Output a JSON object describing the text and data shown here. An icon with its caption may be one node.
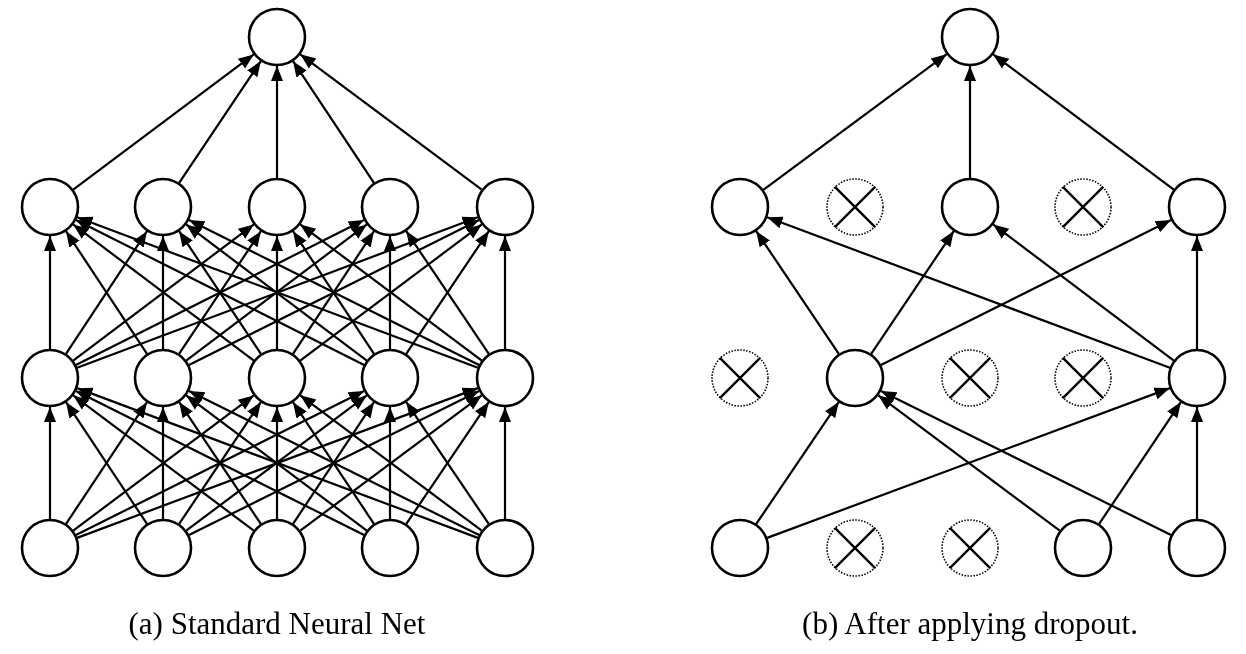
{
  "diagram": {
    "nodes": [
      {
        "text": [],
        "shape": "circle"
      },
      {
        "text": [],
        "shape": "circle"
      },
      {
        "text": [],
        "shape": "circle"
      },
      {
        "text": [],
        "shape": "circle"
      },
      {
        "text": [],
        "shape": "circle"
      },
      {
        "text": [],
        "shape": "circle"
      },
      {
        "text": [],
        "shape": "circle"
      },
      {
        "text": [],
        "shape": "circle"
      },
      {
        "text": [],
        "shape": "circle"
      },
      {
        "text": [],
        "shape": "circle"
      },
      {
        "text": [],
        "shape": "circle"
      },
      {
        "text": [],
        "shape": "circle"
      },
      {
        "text": [],
        "shape": "circle"
      },
      {
        "text": [],
        "shape": "circle"
      },
      {
        "text": [],
        "shape": "circle"
      },
      {
        "text": [],
        "shape": "circle"
      },
      {
        "text": [],
        "shape": "circle"
      },
      {
        "text": [],
        "shape": "circle"
      },
      {
        "text": [],
        "shape": "crossed-circle"
      },
      {
        "text": [],
        "shape": "circle"
      },
      {
        "text": [],
        "shape": "crossed-circle"
      },
      {
        "text": [],
        "shape": "circle"
      },
      {
        "text": [],
        "shape": "crossed-circle"
      },
      {
        "text": [],
        "shape": "circle"
      },
      {
        "text": [],
        "shape": "crossed-circle"
      },
      {
        "text": [],
        "shape": "crossed-circle"
      },
      {
        "text": [],
        "shape": "circle"
      },
      {
        "text": [],
        "shape": "circle"
      },
      {
        "text": [],
        "shape": "crossed-circle"
      },
      {
        "text": [],
        "shape": "crossed-circle"
      },
      {
        "text": [],
        "shape": "circle"
      },
      {
        "text": [],
        "shape": "circle"
      }
    ],
    "edges": [
      {
        "from": 11,
        "to": 6,
        "arrow": "to"
      },
      {
        "from": 11,
        "to": 7,
        "arrow": "to"
      },
      {
        "from": 11,
        "to": 8,
        "arrow": "to"
      },
      {
        "from": 11,
        "to": 9,
        "arrow": "to"
      },
      {
        "from": 11,
        "to": 10,
        "arrow": "to"
      },
      {
        "from": 12,
        "to": 6,
        "arrow": "to"
      },
      {
        "from": 12,
        "to": 7,
        "arrow": "to"
      },
      {
        "from": 12,
        "to": 8,
        "arrow": "to"
      },
      {
        "from": 12,
        "to": 9,
        "arrow": "to"
      },
      {
        "from": 12,
        "to": 10,
        "arrow": "to"
      },
      {
        "from": 13,
        "to": 6,
        "arrow": "to"
      },
      {
        "from": 13,
        "to": 7,
        "arrow": "to"
      },
      {
        "from": 13,
        "to": 8,
        "arrow": "to"
      },
      {
        "from": 13,
        "to": 9,
        "arrow": "to"
      },
      {
        "from": 13,
        "to": 10,
        "arrow": "to"
      },
      {
        "from": 14,
        "to": 6,
        "arrow": "to"
      },
      {
        "from": 14,
        "to": 7,
        "arrow": "to"
      },
      {
        "from": 14,
        "to": 8,
        "arrow": "to"
      },
      {
        "from": 14,
        "to": 9,
        "arrow": "to"
      },
      {
        "from": 14,
        "to": 10,
        "arrow": "to"
      },
      {
        "from": 15,
        "to": 6,
        "arrow": "to"
      },
      {
        "from": 15,
        "to": 7,
        "arrow": "to"
      },
      {
        "from": 15,
        "to": 8,
        "arrow": "to"
      },
      {
        "from": 15,
        "to": 9,
        "arrow": "to"
      },
      {
        "from": 15,
        "to": 10,
        "arrow": "to"
      },
      {
        "from": 6,
        "to": 1,
        "arrow": "to"
      },
      {
        "from": 6,
        "to": 2,
        "arrow": "to"
      },
      {
        "from": 6,
        "to": 3,
        "arrow": "to"
      },
      {
        "from": 6,
        "to": 4,
        "arrow": "to"
      },
      {
        "from": 6,
        "to": 5,
        "arrow": "to"
      },
      {
        "from": 7,
        "to": 1,
        "arrow": "to"
      },
      {
        "from": 7,
        "to": 2,
        "arrow": "to"
      },
      {
        "from": 7,
        "to": 3,
        "arrow": "to"
      },
      {
        "from": 7,
        "to": 4,
        "arrow": "to"
      },
      {
        "from": 7,
        "to": 5,
        "arrow": "to"
      },
      {
        "from": 8,
        "to": 1,
        "arrow": "to"
      },
      {
        "from": 8,
        "to": 2,
        "arrow": "to"
      },
      {
        "from": 8,
        "to": 3,
        "arrow": "to"
      },
      {
        "from": 8,
        "to": 4,
        "arrow": "to"
      },
      {
        "from": 8,
        "to": 5,
        "arrow": "to"
      },
      {
        "from": 9,
        "to": 1,
        "arrow": "to"
      },
      {
        "from": 9,
        "to": 2,
        "arrow": "to"
      },
      {
        "from": 9,
        "to": 3,
        "arrow": "to"
      },
      {
        "from": 9,
        "to": 4,
        "arrow": "to"
      },
      {
        "from": 9,
        "to": 5,
        "arrow": "to"
      },
      {
        "from": 10,
        "to": 1,
        "arrow": "to"
      },
      {
        "from": 10,
        "to": 2,
        "arrow": "to"
      },
      {
        "from": 10,
        "to": 3,
        "arrow": "to"
      },
      {
        "from": 10,
        "to": 4,
        "arrow": "to"
      },
      {
        "from": 10,
        "to": 5,
        "arrow": "to"
      },
      {
        "from": 1,
        "to": 0,
        "arrow": "to"
      },
      {
        "from": 2,
        "to": 0,
        "arrow": "to"
      },
      {
        "from": 3,
        "to": 0,
        "arrow": "to"
      },
      {
        "from": 4,
        "to": 0,
        "arrow": "to"
      },
      {
        "from": 5,
        "to": 0,
        "arrow": "to"
      },
      {
        "from": 17,
        "to": 16,
        "arrow": "to"
      },
      {
        "from": 19,
        "to": 16,
        "arrow": "to"
      },
      {
        "from": 21,
        "to": 16,
        "arrow": "to"
      },
      {
        "from": 23,
        "to": 17,
        "arrow": "to"
      },
      {
        "from": 23,
        "to": 19,
        "arrow": "to"
      },
      {
        "from": 23,
        "to": 21,
        "arrow": "to"
      },
      {
        "from": 26,
        "to": 17,
        "arrow": "to"
      },
      {
        "from": 26,
        "to": 19,
        "arrow": "to"
      },
      {
        "from": 26,
        "to": 21,
        "arrow": "to"
      },
      {
        "from": 27,
        "to": 23,
        "arrow": "to"
      },
      {
        "from": 27,
        "to": 26,
        "arrow": "to"
      },
      {
        "from": 30,
        "to": 23,
        "arrow": "to"
      },
      {
        "from": 30,
        "to": 26,
        "arrow": "to"
      },
      {
        "from": 31,
        "to": 23,
        "arrow": "to"
      },
      {
        "from": 31,
        "to": 26,
        "arrow": "to"
      }
    ],
    "labels": [
      "(a) Standard Neural Net",
      "(b) After applying dropout."
    ]
  }
}
